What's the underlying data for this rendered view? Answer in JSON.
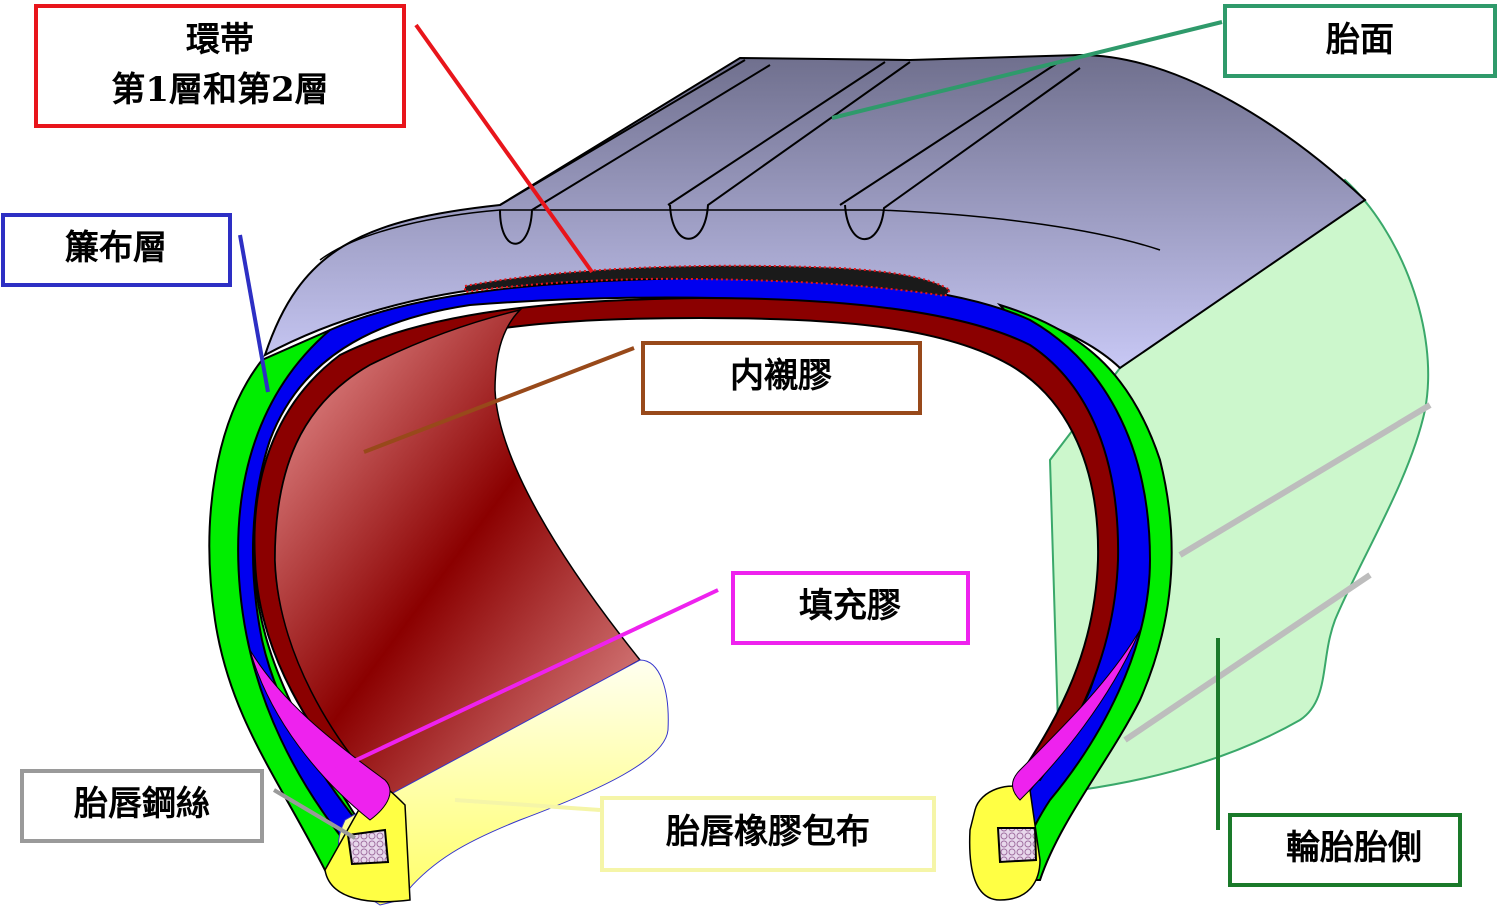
{
  "labels": {
    "belts_line1": "環帯",
    "belts_line2": "第1層和第2層",
    "tread": "胎面",
    "ply": "簾布層",
    "inner_liner": "内襯膠",
    "apex": "填充膠",
    "bead_wire": "胎唇鋼絲",
    "chafer": "胎唇橡膠包布",
    "sidewall": "輪胎胎側"
  },
  "colors": {
    "belts": "#e8151b",
    "tread": "#2f9a6b",
    "ply": "#2d2fc4",
    "inner_liner": "#98491a",
    "apex": "#ee22ee",
    "bead_wire": "#9a9a9a",
    "chafer": "#f5f5a8",
    "sidewall": "#1a7a2a",
    "tread_fill_top": "#6f6f8d",
    "tread_fill_bottom": "#c8c8f5",
    "sidewall_fill": "#ccf7cc",
    "layer_green": "#00ee00",
    "layer_blue": "#0000f0",
    "layer_darkred": "#8b0000"
  },
  "icons": [
    "tire-cross-section"
  ]
}
